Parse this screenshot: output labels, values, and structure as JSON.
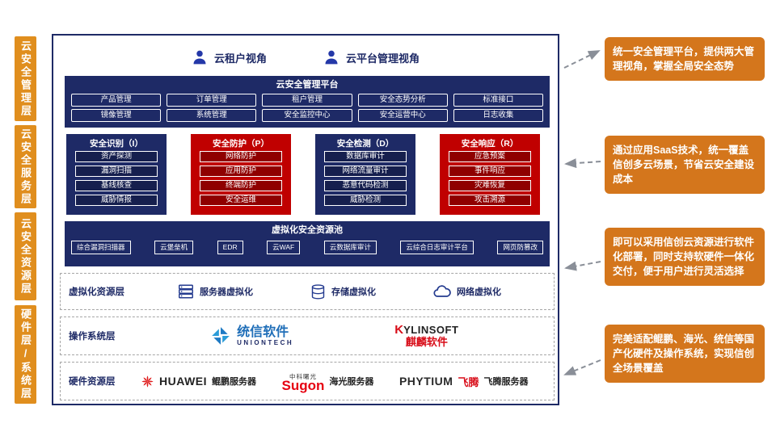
{
  "colors": {
    "navy": "#1E2A66",
    "red": "#C00000",
    "layer_orange": "#E08E1E",
    "callout_orange": "#D4761C"
  },
  "left_layers": [
    "云安全管理层",
    "云安全服务层",
    "云安全资源层",
    "硬件层/系统层"
  ],
  "views": [
    {
      "label": "云租户视角"
    },
    {
      "label": "云平台管理视角"
    }
  ],
  "mgmt_platform": {
    "title": "云安全管理平台",
    "row1": [
      "产品管理",
      "订单管理",
      "租户管理",
      "安全态势分析",
      "标准接口"
    ],
    "row2": [
      "镜像管理",
      "系统管理",
      "安全监控中心",
      "安全运营中心",
      "日志收集"
    ]
  },
  "security_columns": [
    {
      "title": "安全识别（I）",
      "items": [
        "资产探测",
        "漏洞扫描",
        "基线核查",
        "威胁情报"
      ]
    },
    {
      "title": "安全防护（P）",
      "items": [
        "网络防护",
        "应用防护",
        "终端防护",
        "安全运维"
      ]
    },
    {
      "title": "安全检测（D）",
      "items": [
        "数据库审计",
        "网络流量审计",
        "恶意代码检测",
        "威胁检测"
      ]
    },
    {
      "title": "安全响应（R）",
      "items": [
        "应急预案",
        "事件响应",
        "灾难恢复",
        "攻击溯源"
      ]
    }
  ],
  "resource_pool": {
    "title": "虚拟化安全资源池",
    "items": [
      "综合漏洞扫描器",
      "云堡垒机",
      "EDR",
      "云WAF",
      "云数据库审计",
      "云综合日志审计平台",
      "网页防篡改"
    ]
  },
  "virtualization_layer": {
    "label": "虚拟化资源层",
    "items": [
      "服务器虚拟化",
      "存储虚拟化",
      "网络虚拟化"
    ]
  },
  "os_layer": {
    "label": "操作系统层",
    "uniontech": {
      "name": "统信软件",
      "sub": "UNIONTECH"
    },
    "kylin": {
      "mark": "K",
      "rest": "YLINSOFT",
      "name": "麒麟软件"
    }
  },
  "hardware_layer": {
    "label": "硬件资源层",
    "huawei": {
      "brand": "HUAWEI",
      "label": "鲲鹏服务器"
    },
    "sugon": {
      "brand": "Sugon",
      "sub": "中科曙光",
      "label": "海光服务器"
    },
    "phytium": {
      "brand": "PHYTIUM",
      "brand2": "飞腾",
      "label": "飞腾服务器"
    }
  },
  "callouts": [
    "统一安全管理平台，提供两大管理视角，掌握全局安全态势",
    "通过应用SaaS技术，统一覆盖信创多云场景，节省云安全建设成本",
    "即可以采用信创云资源进行软件化部署，同时支持软硬件一体化交付，便于用户进行灵活选择",
    "完美适配鲲鹏、海光、统信等国产化硬件及操作系统，实现信创全场景覆盖"
  ]
}
